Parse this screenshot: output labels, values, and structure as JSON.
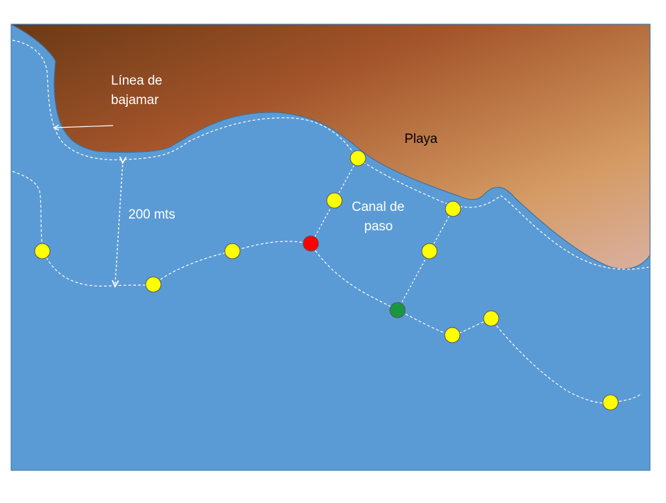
{
  "labels": {
    "low_tide_line": [
      "Línea de",
      "bajamar"
    ],
    "beach": "Playa",
    "distance": "200 mts",
    "channel": [
      "Canal de",
      "paso"
    ]
  },
  "colors": {
    "water": "#5b9bd5",
    "sand_dark": "#6a3a16",
    "sand_mid": "#a3542a",
    "sand_light": "#d7a06c",
    "buoy_yellow": "#ffff00",
    "buoy_red": "#ff0000",
    "buoy_green": "#1a9641",
    "line": "#ffffff"
  },
  "buoys": [
    {
      "id": "buoy-1",
      "color": "yellow"
    },
    {
      "id": "buoy-2",
      "color": "yellow"
    },
    {
      "id": "buoy-3",
      "color": "yellow"
    },
    {
      "id": "buoy-4",
      "color": "red"
    },
    {
      "id": "buoy-5",
      "color": "yellow"
    },
    {
      "id": "buoy-6",
      "color": "yellow"
    },
    {
      "id": "buoy-7",
      "color": "green"
    },
    {
      "id": "buoy-8",
      "color": "yellow"
    },
    {
      "id": "buoy-9",
      "color": "yellow"
    },
    {
      "id": "buoy-10",
      "color": "yellow"
    },
    {
      "id": "buoy-11",
      "color": "yellow"
    },
    {
      "id": "buoy-12",
      "color": "yellow"
    }
  ]
}
